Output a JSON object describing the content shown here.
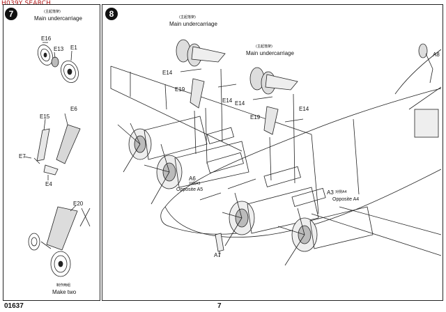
{
  "watermark": "H039Y SEARCH",
  "steps": [
    {
      "number": "7",
      "groups": [
        {
          "zh": "(主起落架)",
          "en": "Main undercarriage"
        },
        {
          "zh": "制作两组",
          "en": "Make two"
        }
      ],
      "parts": [
        "E16",
        "E13",
        "E1",
        "E15",
        "E6",
        "E7",
        "E4",
        "E20"
      ]
    },
    {
      "number": "8",
      "groups": [
        {
          "zh": "(主起落架)",
          "en": "Main undercarriage"
        },
        {
          "zh": "(主起落架)",
          "en": "Main undercarriage"
        }
      ],
      "parts": [
        "E14",
        "E19",
        "E14",
        "E14",
        "E19",
        "E14",
        "A8",
        "A6",
        "A3",
        "A7"
      ],
      "references": [
        {
          "part": "A6",
          "zh": "对侧A5",
          "en": "Opposite A5"
        },
        {
          "part": "A3",
          "zh": "对侧A4",
          "en": "Opposite A4"
        }
      ]
    }
  ],
  "footer": {
    "kit_number": "01637",
    "page_number": "7"
  }
}
